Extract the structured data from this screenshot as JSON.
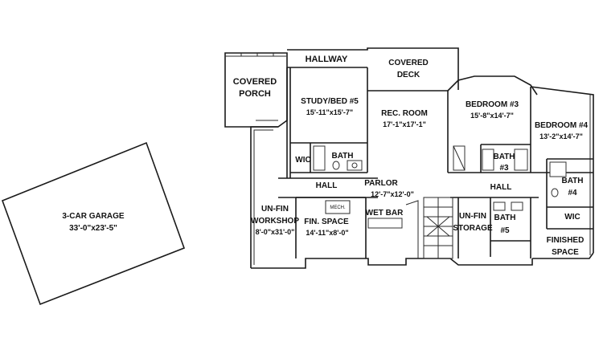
{
  "rooms": {
    "garage": {
      "name": "3-CAR GARAGE",
      "dims": "33'-0\"x23'-5\""
    },
    "covered_porch": {
      "line1": "COVERED",
      "line2": "PORCH"
    },
    "hallway": {
      "name": "HALLWAY"
    },
    "covered_deck": {
      "line1": "COVERED",
      "line2": "DECK"
    },
    "study": {
      "name": "STUDY/BED #5",
      "dims": "15'-11\"x15'-7\""
    },
    "rec_room": {
      "name": "REC. ROOM",
      "dims": "17'-1\"x17'-1\""
    },
    "bedroom3": {
      "name": "BEDROOM #3",
      "dims": "15'-8\"x14'-7\""
    },
    "bedroom4": {
      "name": "BEDROOM #4",
      "dims": "13'-2\"x14'-7\""
    },
    "wic_left": {
      "name": "WIC"
    },
    "bath_left": {
      "name": "BATH"
    },
    "bath3": {
      "line1": "BATH",
      "line2": "#3"
    },
    "bath4": {
      "line1": "BATH",
      "line2": "#4"
    },
    "wic_right": {
      "name": "WIC"
    },
    "hall_left": {
      "name": "HALL"
    },
    "hall_right": {
      "name": "HALL"
    },
    "parlor": {
      "name": "PARLOR",
      "dims": "12'-7\"x12'-0\""
    },
    "workshop": {
      "line1": "UN-FIN",
      "line2": "WORKSHOP",
      "dims": "8'-0\"x31'-0\""
    },
    "mech": {
      "name": "MECH."
    },
    "fin_space": {
      "name": "FIN. SPACE",
      "dims": "14'-11\"x8'-0\""
    },
    "wet_bar": {
      "name": "WET BAR"
    },
    "storage": {
      "line1": "UN-FIN",
      "line2": "STORAGE"
    },
    "bath5": {
      "line1": "BATH",
      "line2": "#5"
    },
    "finished_space": {
      "line1": "FINISHED",
      "line2": "SPACE"
    }
  }
}
